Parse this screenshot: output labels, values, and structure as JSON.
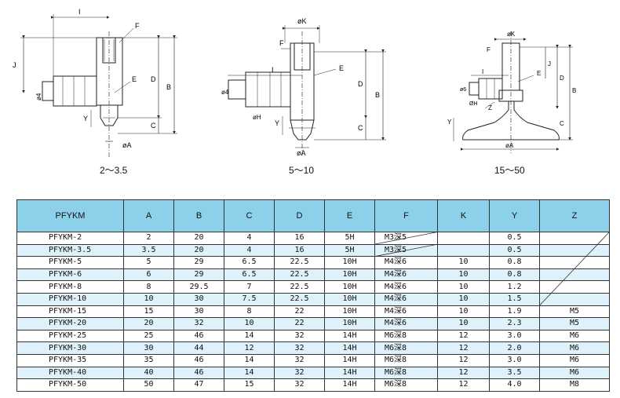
{
  "drawings": {
    "small": {
      "caption": "2～3.5",
      "labels": {
        "I": "I",
        "F": "F",
        "J": "J",
        "D": "D",
        "B": "B",
        "E": "E",
        "Y": "Y",
        "C": "C",
        "A": "øA",
        "K": "ø4"
      }
    },
    "medium": {
      "caption": "5～10",
      "labels": {
        "K": "øK",
        "F": "F",
        "I": "I",
        "E": "E",
        "D": "D",
        "B": "B",
        "H": "øH",
        "Y": "Y",
        "C": "C",
        "A": "øA",
        "Phi": "ø4"
      }
    },
    "large": {
      "caption": "15～50",
      "labels": {
        "K": "øK",
        "F": "F",
        "J": "J",
        "D": "D",
        "B": "B",
        "I": "I",
        "E": "E",
        "H": "ØH",
        "Z": "Z",
        "Y": "Y",
        "C": "C",
        "A": "øA",
        "Phi": "ø6"
      }
    }
  },
  "table": {
    "headers": [
      "PFYKM",
      "A",
      "B",
      "C",
      "D",
      "E",
      "F",
      "K",
      "Y",
      "Z"
    ],
    "rows": [
      {
        "name": "PFYKM-2",
        "A": "2",
        "B": "20",
        "C": "4",
        "D": "16",
        "E": "5H",
        "F": "M3深5",
        "K": "",
        "Y": "0.5",
        "Z": ""
      },
      {
        "name": "PFYKM-3.5",
        "A": "3.5",
        "B": "20",
        "C": "4",
        "D": "16",
        "E": "5H",
        "F": "M3深5",
        "K": "",
        "Y": "0.5",
        "Z": ""
      },
      {
        "name": "PFYKM-5",
        "A": "5",
        "B": "29",
        "C": "6.5",
        "D": "22.5",
        "E": "10H",
        "F": "M4深6",
        "K": "10",
        "Y": "0.8",
        "Z": ""
      },
      {
        "name": "PFYKM-6",
        "A": "6",
        "B": "29",
        "C": "6.5",
        "D": "22.5",
        "E": "10H",
        "F": "M4深6",
        "K": "10",
        "Y": "0.8",
        "Z": ""
      },
      {
        "name": "PFYKM-8",
        "A": "8",
        "B": "29.5",
        "C": "7",
        "D": "22.5",
        "E": "10H",
        "F": "M4深6",
        "K": "10",
        "Y": "1.2",
        "Z": ""
      },
      {
        "name": "PFYKM-10",
        "A": "10",
        "B": "30",
        "C": "7.5",
        "D": "22.5",
        "E": "10H",
        "F": "M4深6",
        "K": "10",
        "Y": "1.5",
        "Z": ""
      },
      {
        "name": "PFYKM-15",
        "A": "15",
        "B": "30",
        "C": "8",
        "D": "22",
        "E": "10H",
        "F": "M4深6",
        "K": "10",
        "Y": "1.9",
        "Z": "M5"
      },
      {
        "name": "PFYKM-20",
        "A": "20",
        "B": "32",
        "C": "10",
        "D": "22",
        "E": "10H",
        "F": "M4深6",
        "K": "10",
        "Y": "2.3",
        "Z": "M5"
      },
      {
        "name": "PFYKM-25",
        "A": "25",
        "B": "46",
        "C": "14",
        "D": "32",
        "E": "14H",
        "F": "M6深8",
        "K": "12",
        "Y": "3.0",
        "Z": "M6"
      },
      {
        "name": "PFYKM-30",
        "A": "30",
        "B": "44",
        "C": "12",
        "D": "32",
        "E": "14H",
        "F": "M6深8",
        "K": "12",
        "Y": "2.0",
        "Z": "M6"
      },
      {
        "name": "PFYKM-35",
        "A": "35",
        "B": "46",
        "C": "14",
        "D": "32",
        "E": "14H",
        "F": "M6深8",
        "K": "12",
        "Y": "3.0",
        "Z": "M6"
      },
      {
        "name": "PFYKM-40",
        "A": "40",
        "B": "46",
        "C": "14",
        "D": "32",
        "E": "14H",
        "F": "M6深8",
        "K": "12",
        "Y": "3.5",
        "Z": "M6"
      },
      {
        "name": "PFYKM-50",
        "A": "50",
        "B": "47",
        "C": "15",
        "D": "32",
        "E": "14H",
        "F": "M6深8",
        "K": "12",
        "Y": "4.0",
        "Z": "M8"
      }
    ]
  },
  "colors": {
    "header_bg": "#8dd0ea",
    "alt_row_bg": "#dff1fa",
    "line": "#333333"
  }
}
